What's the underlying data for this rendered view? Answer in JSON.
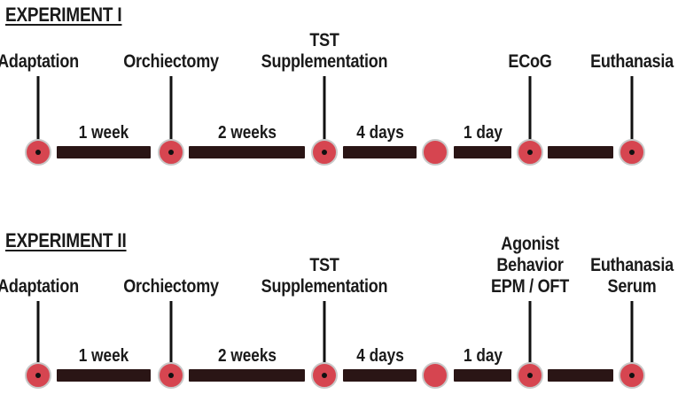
{
  "experiments": [
    {
      "title": "EXPERIMENT I",
      "events": [
        {
          "label": [
            "Adaptation"
          ],
          "stem": true
        },
        {
          "label": [
            "Orchiectomy"
          ],
          "stem": true
        },
        {
          "label": [
            "TST",
            "Supplementation"
          ],
          "stem": true
        },
        {
          "label": [],
          "stem": false
        },
        {
          "label": [
            "ECoG"
          ],
          "stem": true
        },
        {
          "label": [
            "Euthanasia"
          ],
          "stem": true
        }
      ],
      "durations": [
        "1 week",
        "2 weeks",
        "4 days",
        "1 day",
        ""
      ]
    },
    {
      "title": "EXPERIMENT II",
      "events": [
        {
          "label": [
            "Adaptation"
          ],
          "stem": true
        },
        {
          "label": [
            "Orchiectomy"
          ],
          "stem": true
        },
        {
          "label": [
            "TST",
            "Supplementation"
          ],
          "stem": true
        },
        {
          "label": [],
          "stem": false
        },
        {
          "label": [
            "Agonist",
            "Behavior",
            "EPM / OFT"
          ],
          "stem": true
        },
        {
          "label": [
            "Euthanasia",
            "Serum"
          ],
          "stem": true
        }
      ],
      "durations": [
        "1 week",
        "2 weeks",
        "4 days",
        "1 day",
        ""
      ]
    }
  ],
  "colors": {
    "node": "#d64550",
    "bar": "#2a1515",
    "text": "#1a1a1a"
  }
}
